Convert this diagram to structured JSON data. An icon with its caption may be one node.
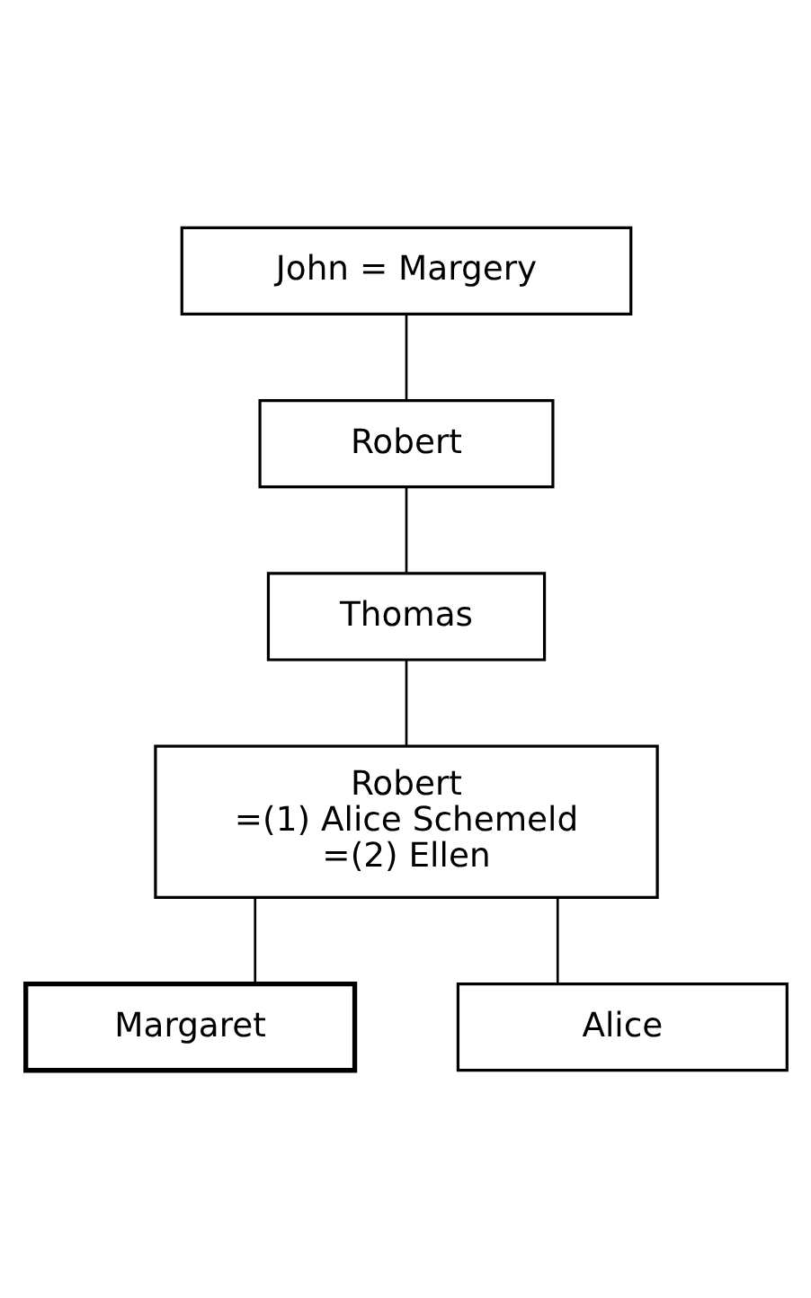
{
  "diagram": {
    "nodes": [
      {
        "text": [
          "John = Margery"
        ]
      },
      {
        "text": [
          "Robert"
        ]
      },
      {
        "text": [
          "Thomas"
        ]
      },
      {
        "text": [
          "Robert",
          "=(1) Alice Schemeld",
          "=(2) Ellen"
        ]
      },
      {
        "text": [
          "Margaret"
        ]
      },
      {
        "text": [
          "Alice"
        ]
      }
    ],
    "edges": [
      {
        "from": 0,
        "to": 1,
        "arrow": "none"
      },
      {
        "from": 1,
        "to": 2,
        "arrow": "none"
      },
      {
        "from": 2,
        "to": 3,
        "arrow": "none"
      },
      {
        "from": 3,
        "to": 4,
        "arrow": "none"
      },
      {
        "from": 3,
        "to": 5,
        "arrow": "none"
      }
    ]
  }
}
